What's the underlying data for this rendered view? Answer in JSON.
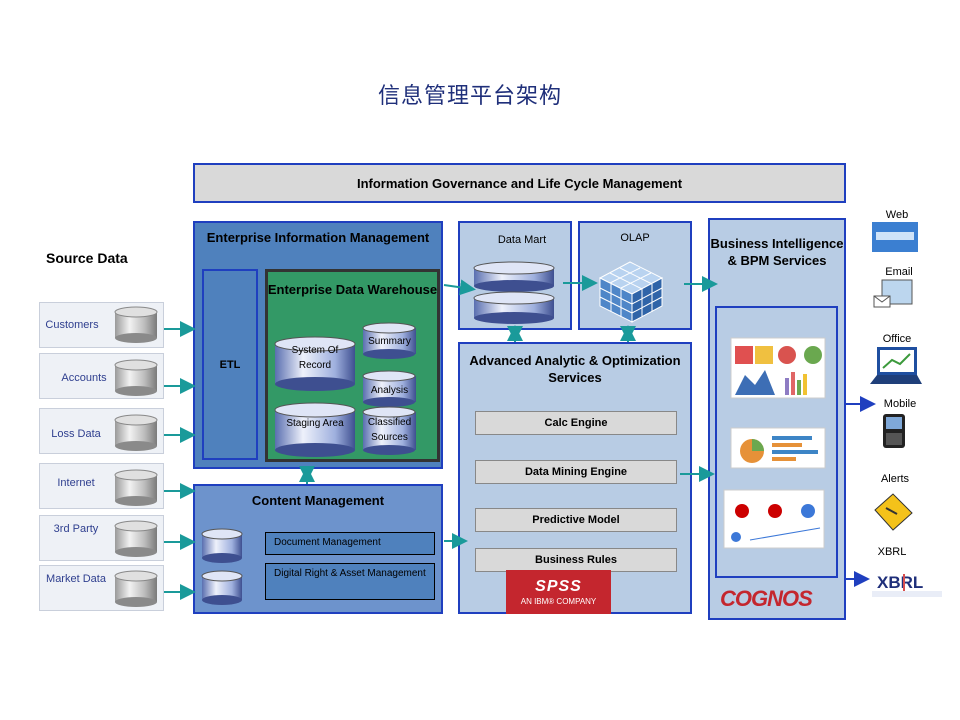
{
  "title": "信息管理平台架构",
  "governance": "Information Governance and Life Cycle Management",
  "source": {
    "label": "Source Data",
    "items": [
      "Customers",
      "Accounts",
      "Loss Data",
      "Internet",
      "3rd Party",
      "Market Data"
    ]
  },
  "eim": {
    "title": "Enterprise Information Management",
    "etl": "ETL",
    "edw": {
      "title": "Enterprise Data  Warehouse",
      "sor": "System Of Record",
      "staging": "Staging Area",
      "summary": "Summary",
      "analysis": "Analysis",
      "classified": "Classified Sources"
    }
  },
  "content": {
    "title": "Content Management",
    "doc": "Document Management",
    "drm": "Digital Right & Asset Management"
  },
  "datamart": "Data Mart",
  "olap": "OLAP",
  "analytics": {
    "title": "Advanced Analytic & Optimization Services",
    "engines": [
      "Calc Engine",
      "Data Mining Engine",
      "Predictive Model",
      "Business Rules"
    ],
    "spss_logo": "SPSS",
    "spss_sub": "AN IBM® COMPANY"
  },
  "bi": {
    "title": "Business Intelligence & BPM Services",
    "cognos": "COGNOS"
  },
  "outputs": [
    "Web",
    "Email",
    "Office",
    "Mobile",
    "Alerts",
    "XBRL"
  ],
  "colors": {
    "border": "#1f3fbf",
    "eim": "#4f81bd",
    "edw": "#339966",
    "light_panel": "#b8cce4",
    "arrow": "#1a9a9a",
    "spss": "#c4262e"
  }
}
